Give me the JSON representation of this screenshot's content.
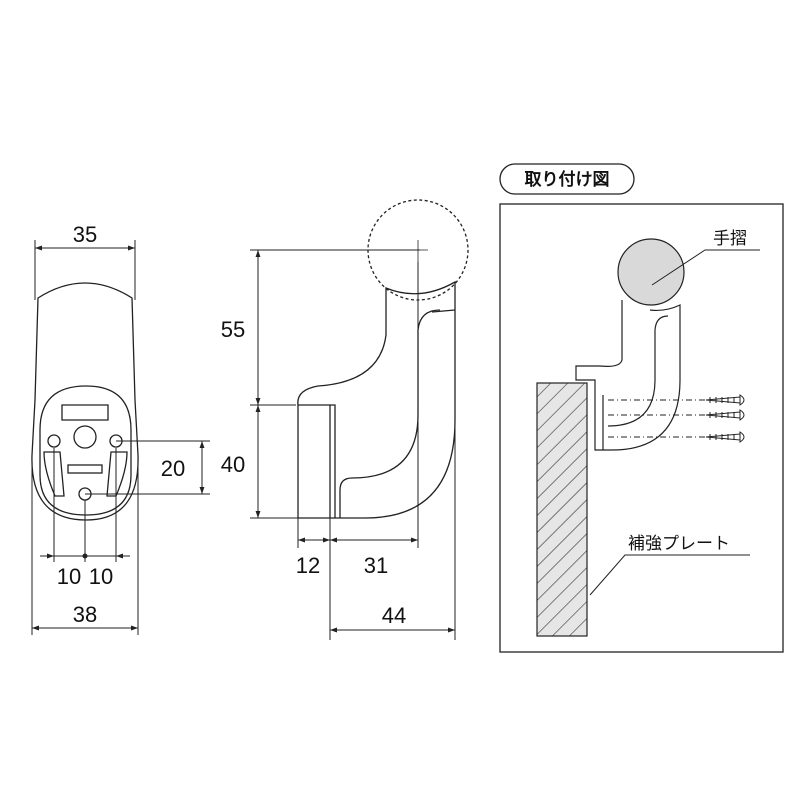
{
  "diagram": {
    "front_view": {
      "dim_top_width": "35",
      "dim_bottom_width": "38",
      "dim_hole_spacing_vertical": "20",
      "dim_hole_spacing_left": "10",
      "dim_hole_spacing_right": "10"
    },
    "side_view": {
      "dim_upper_height": "55",
      "dim_lower_height": "40",
      "dim_plate_thickness": "12",
      "dim_arm_reach": "31",
      "dim_total_depth": "44"
    },
    "installation": {
      "header": "取り付け図",
      "handrail_label": "手摺",
      "plate_label": "補強プレート"
    }
  },
  "colors": {
    "line": "#222222",
    "handrail_fill": "#d9d9d9",
    "wall_fill": "#e6e6e6"
  }
}
